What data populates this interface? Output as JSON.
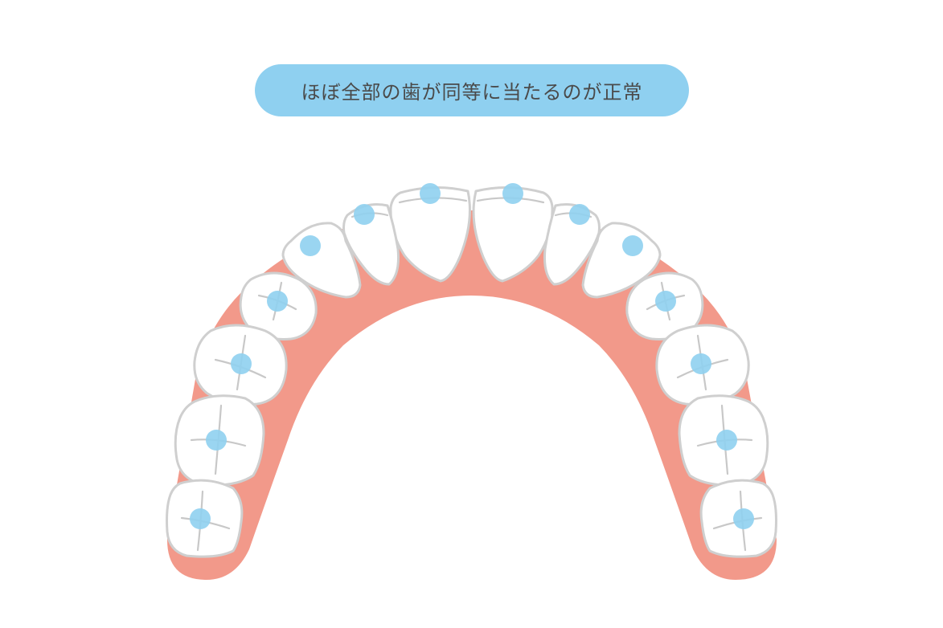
{
  "caption": {
    "text": "ほぼ全部の歯が同等に当たるのが正常"
  },
  "colors": {
    "caption_background": "#8fd0f0",
    "caption_text": "#4a4a4a",
    "gum": "#f2998a",
    "tooth_fill": "#ffffff",
    "tooth_outline": "#cfcfcf",
    "contact_point": "#8fd0f0"
  },
  "diagram": {
    "subject": "upper dental arch",
    "teeth_count": 14,
    "contact_points_count": 14
  }
}
